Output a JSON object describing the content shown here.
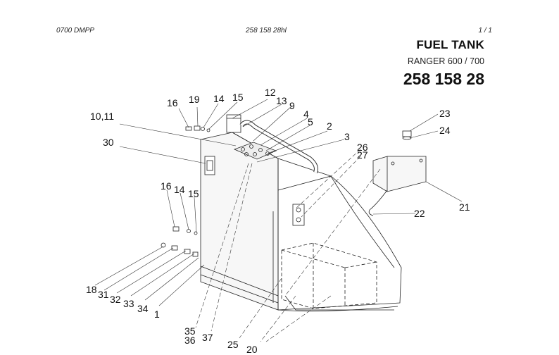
{
  "header": {
    "left": "0700 DMPP",
    "middle": "258 158 28hl",
    "right": "1 /   1"
  },
  "title": "FUEL TANK",
  "subtitle": "RANGER 600 / 700",
  "part_number": "258 158 28",
  "callouts": {
    "c1": "1",
    "c2": "2",
    "c3": "3",
    "c4": "4",
    "c5": "5",
    "c9": "9",
    "c10_11": "10,11",
    "c12": "12",
    "c13": "13",
    "c14a": "14",
    "c15a": "15",
    "c16a": "16",
    "c19": "19",
    "c14b": "14",
    "c15b": "15",
    "c16b": "16",
    "c18": "18",
    "c20": "20",
    "c21": "21",
    "c22": "22",
    "c23": "23",
    "c24": "24",
    "c25": "25",
    "c26": "26",
    "c27": "27",
    "c30": "30",
    "c31": "31",
    "c32": "32",
    "c33": "33",
    "c34": "34",
    "c35": "35",
    "c36": "36",
    "c37": "37"
  }
}
